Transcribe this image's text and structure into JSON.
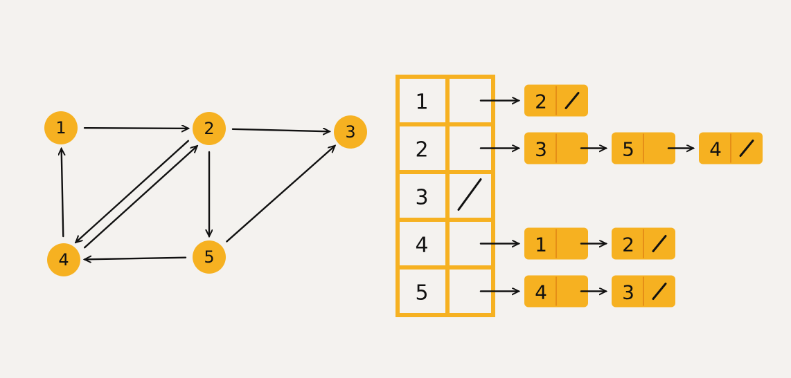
{
  "colors": {
    "background": "#f4f2ef",
    "node_fill": "#f6b121",
    "table_stroke": "#f6b121",
    "list_fill": "#f6b121",
    "list_divider": "#e58e17",
    "ink": "#111111"
  },
  "graph": {
    "nodes": [
      {
        "id": "1",
        "label": "1"
      },
      {
        "id": "2",
        "label": "2"
      },
      {
        "id": "3",
        "label": "3"
      },
      {
        "id": "4",
        "label": "4"
      },
      {
        "id": "5",
        "label": "5"
      }
    ],
    "edges": [
      {
        "from": "1",
        "to": "2"
      },
      {
        "from": "2",
        "to": "3"
      },
      {
        "from": "2",
        "to": "5"
      },
      {
        "from": "2",
        "to": "4"
      },
      {
        "from": "4",
        "to": "2"
      },
      {
        "from": "4",
        "to": "1"
      },
      {
        "from": "5",
        "to": "4"
      },
      {
        "from": "5",
        "to": "3"
      }
    ]
  },
  "adjacency": {
    "rows": [
      {
        "vertex": "1",
        "is_null": false,
        "list": [
          "2"
        ]
      },
      {
        "vertex": "2",
        "is_null": false,
        "list": [
          "3",
          "5",
          "4"
        ]
      },
      {
        "vertex": "3",
        "is_null": true,
        "list": []
      },
      {
        "vertex": "4",
        "is_null": false,
        "list": [
          "1",
          "2"
        ]
      },
      {
        "vertex": "5",
        "is_null": false,
        "list": [
          "4",
          "3"
        ]
      }
    ]
  }
}
